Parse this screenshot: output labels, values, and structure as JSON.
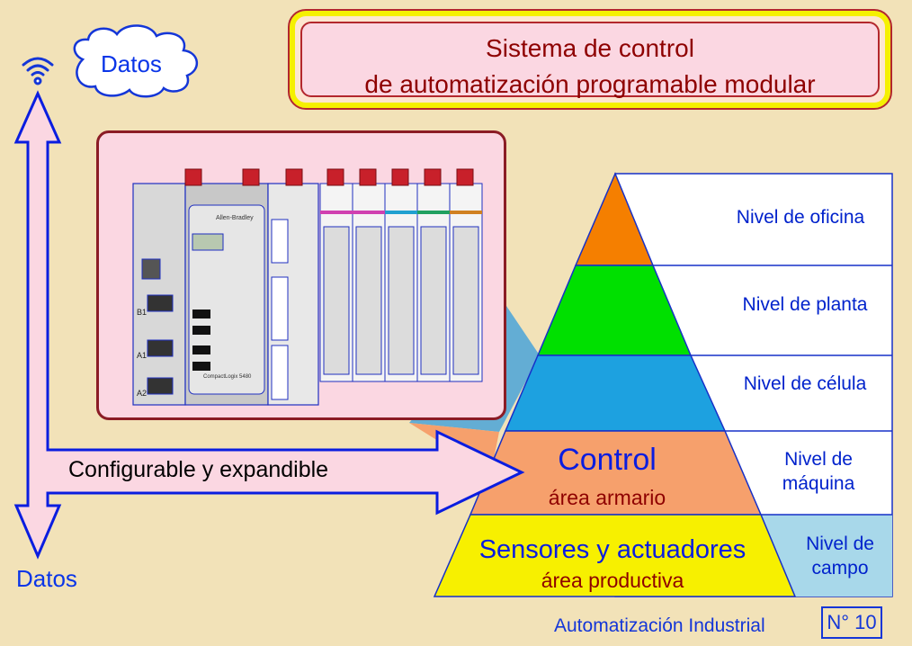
{
  "title": {
    "line1": "Sistema de control",
    "line2": "de automatización programable modular"
  },
  "datos_cloud_label": "Datos",
  "datos_bottom_label": "Datos",
  "arrow_label": "Configurable y expandible",
  "pyramid": {
    "control": {
      "title": "Control",
      "subtitle": "área armario"
    },
    "field": {
      "title": "Sensores y actuadores",
      "subtitle": "área productiva"
    }
  },
  "levels": [
    {
      "label": "Nivel de oficina",
      "color": "#f57f00"
    },
    {
      "label": "Nivel de planta",
      "color": "#00e000"
    },
    {
      "label": "Nivel de célula",
      "color": "#1da1e0"
    },
    {
      "label": "Nivel de\nmáquina",
      "color": "#f6a06c"
    },
    {
      "label": "Nivel de\ncampo",
      "color": "#f7f000"
    }
  ],
  "field_cell_color": "#a8d8ea",
  "footer": "Automatización Industrial",
  "badge": "N° 10",
  "plc": {
    "brand": "Allen-Bradley",
    "model": "CompactLogix 5480",
    "ports": [
      "B1",
      "A1",
      "A2"
    ]
  },
  "colors": {
    "background": "#f2e2b8",
    "arrow_fill": "#fbd7e2",
    "arrow_stroke": "#0a1de0",
    "title_text": "#8e0000"
  }
}
